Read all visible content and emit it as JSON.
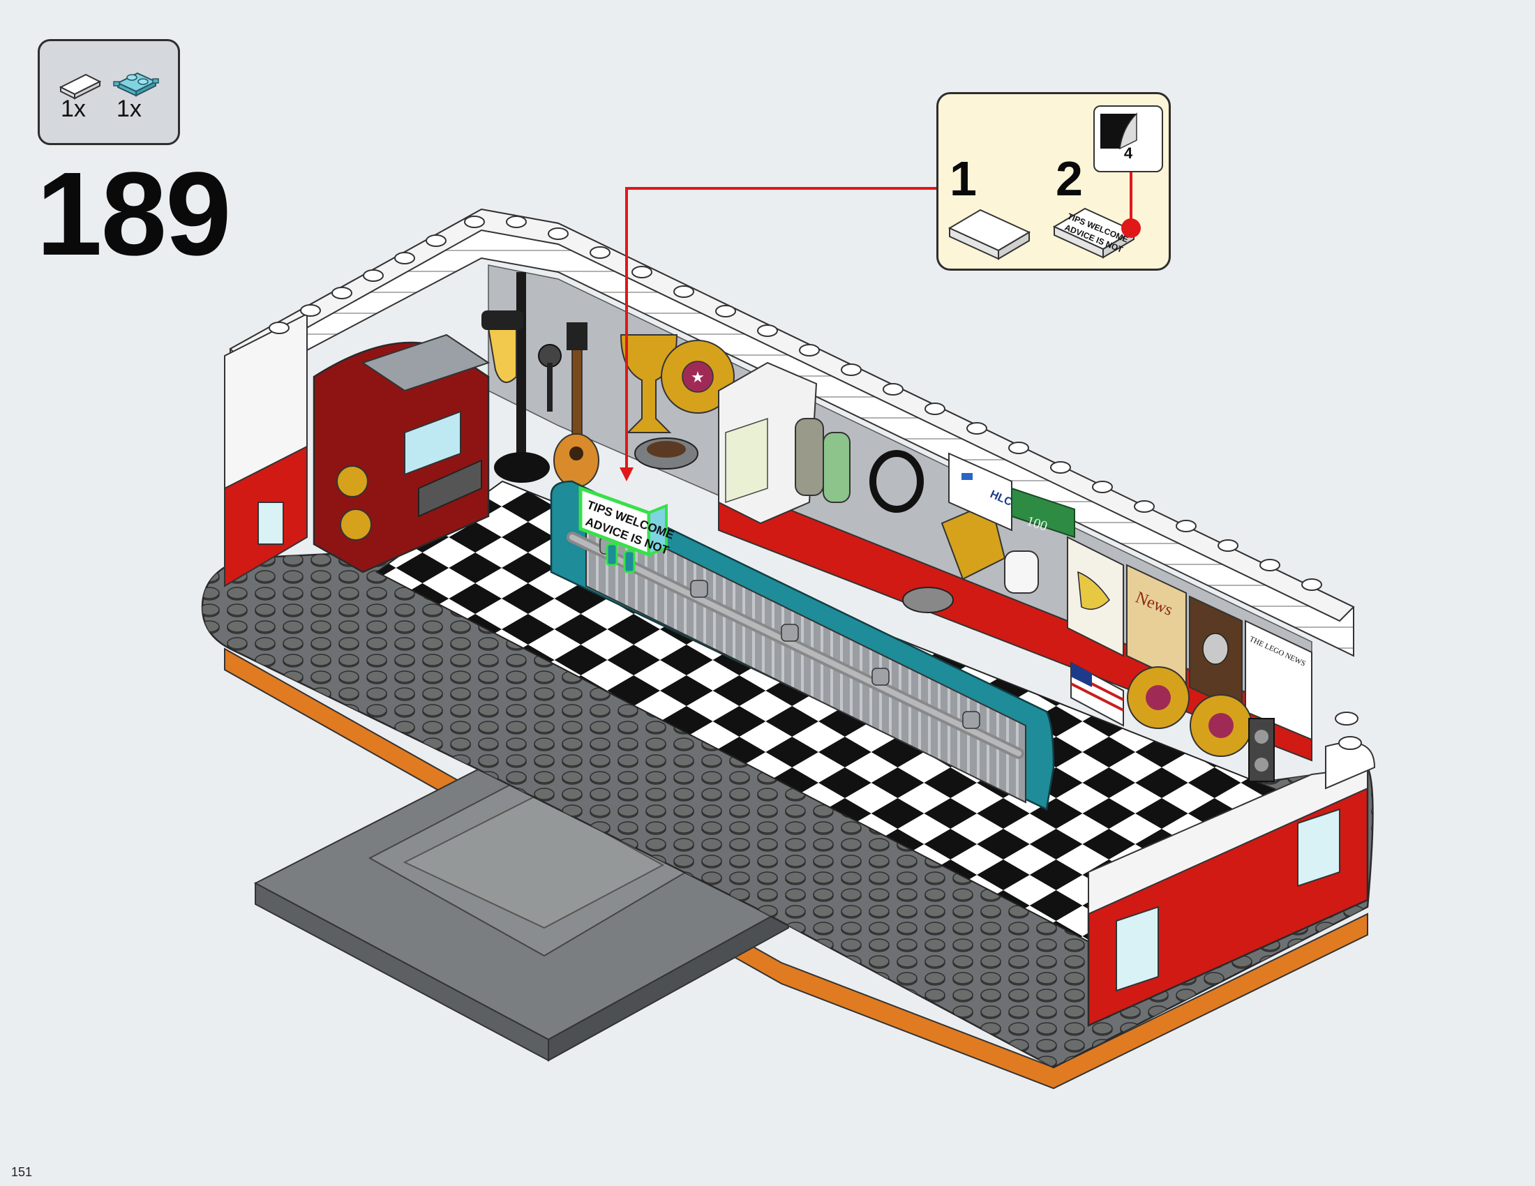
{
  "step": {
    "number": "189",
    "parts": [
      {
        "name": "white-tile",
        "qty": "1x"
      },
      {
        "name": "light-aqua-plate",
        "qty": "1x"
      }
    ]
  },
  "sub_assembly": {
    "steps": [
      "1",
      "2"
    ],
    "sticker": {
      "number": "4"
    },
    "sticker_text": [
      "TIPS WELCOME",
      "ADVICE IS NOT"
    ]
  },
  "model": {
    "sign_text": [
      "TIPS WELCOME",
      "ADVICE IS NOT"
    ],
    "flag_text": "HLC",
    "banknote_text": "100",
    "newspaper_text": "News",
    "lego_news_text": "THE LEGO NEWS",
    "colors": {
      "red": "#d11a14",
      "white": "#ffffff",
      "dark_gray": "#5a5a5a",
      "teal": "#1e8c99",
      "orange": "#e07b22",
      "gold": "#d6a21c",
      "highlight": "#38e04a"
    }
  },
  "footer": {
    "page_number": "151"
  }
}
